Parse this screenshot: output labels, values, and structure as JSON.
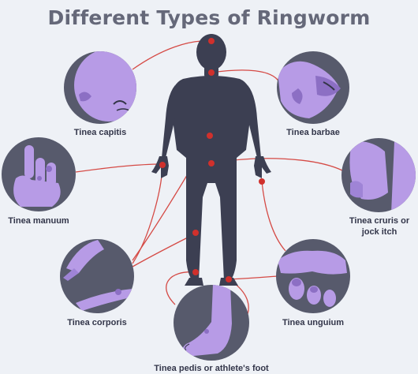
{
  "title": "Different Types of Ringworm",
  "colors": {
    "background": "#eef1f6",
    "circle_fill": "#575a6c",
    "body_fill": "#3c3f52",
    "accent_purple": "#b79be6",
    "connector_line": "#d54a45",
    "marker_dot": "#d0302c"
  },
  "types": [
    {
      "key": "capitis",
      "label": "Tinea capitis",
      "icon": "scalp-icon"
    },
    {
      "key": "barbae",
      "label": "Tinea barbae",
      "icon": "beard-icon"
    },
    {
      "key": "manuum",
      "label": "Tinea manuum",
      "icon": "hand-icon"
    },
    {
      "key": "cruris",
      "label": "Tinea cruris or jock itch",
      "icon": "groin-icon"
    },
    {
      "key": "corporis",
      "label": "Tinea corporis",
      "icon": "body-skin-icon"
    },
    {
      "key": "unguium",
      "label": "Tinea unguium",
      "icon": "toenail-icon"
    },
    {
      "key": "pedis",
      "label": "Tinea pedis or athlete's foot",
      "icon": "foot-icon"
    }
  ]
}
